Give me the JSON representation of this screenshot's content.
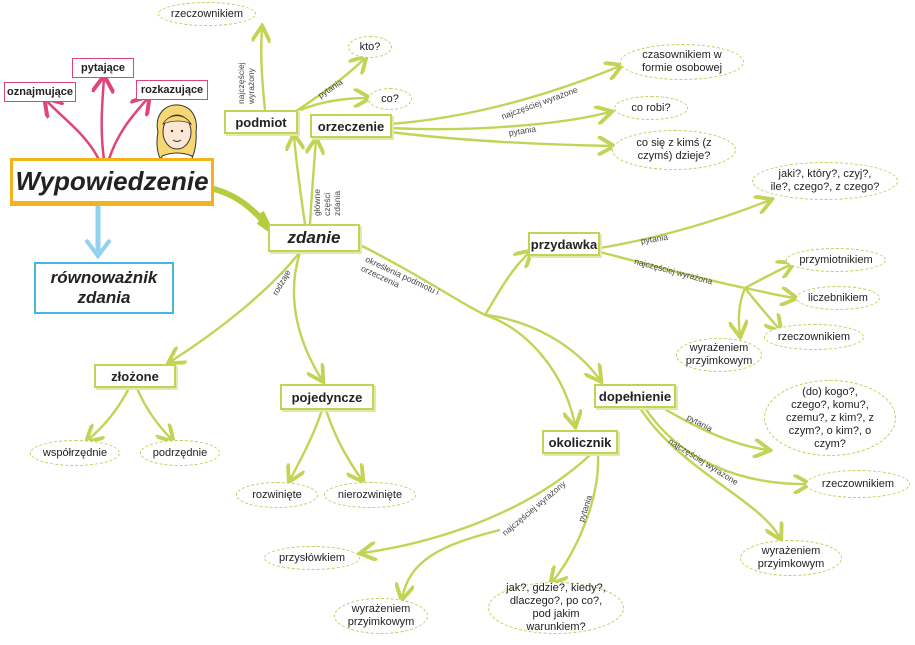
{
  "nodes": {
    "main": "Wypowiedzenie",
    "equivalent": "równoważnik zdania",
    "oznajmujace": "oznajmujące",
    "pytajace": "pytające",
    "rozkazujace": "rozkazujące",
    "zdanie": "zdanie",
    "podmiot": "podmiot",
    "orzeczenie": "orzeczenie",
    "podmiot_rzeczownikiem": "rzeczownikiem",
    "kto": "kto?",
    "co": "co?",
    "czasownikiem": "czasownikiem w formie osobowej",
    "co_robi": "co robi?",
    "co_sie_dzieje": "co się z kimś (z czymś) dzieje?",
    "przydawka": "przydawka",
    "przydawka_pytania": "jaki?, który?, czyj?, ile?, czego?, z czego?",
    "przymiotnikiem": "przymiotnikiem",
    "liczebnikiem": "liczebnikiem",
    "przydawka_rzeczownikiem": "rzeczownikiem",
    "przydawka_przyimkowym": "wyrażeniem przyimkowym",
    "dopelnienie": "dopełnienie",
    "dopelnienie_pytania": "(do) kogo?, czego?, komu?, czemu?, z kim?, z czym?, o kim?, o czym?",
    "dopelnienie_rzeczownikiem": "rzeczownikiem",
    "dopelnienie_przyimkowym": "wyrażeniem przyimkowym",
    "okolicznik": "okolicznik",
    "przyslowkiem": "przysłówkiem",
    "okolicznik_przyimkowym": "wyrażeniem przyimkowym",
    "okolicznik_pytania": "jak?, gdzie?, kiedy?, dlaczego?, po co?, pod jakim warunkiem?",
    "zlozone": "złożone",
    "pojedyncze": "pojedyncze",
    "wspolrzednie": "współrzędnie",
    "podrzednie": "podrzędnie",
    "rozwiniete": "rozwinięte",
    "nierozwiniete": "nierozwinięte"
  },
  "labels": {
    "glowne_czesci": "główne części zdania",
    "najczesciej_wyrazony": "najczęściej wyrażony",
    "pytania_podmiot": "pytania",
    "najczesciej_wyrazone_orz": "najczęściej wyrażone",
    "pytania_orz": "pytania",
    "okreslenia": "określenia podmiotu i orzeczenia",
    "rodzaje": "rodzaje",
    "pytania_przyd": "pytania",
    "najczesciej_wyrazona": "najczęściej wyrażona",
    "pytania_dop": "pytania",
    "najczesciej_wyrazone_dop": "najczęściej wyrażone",
    "najczesciej_wyrazony_ok": "najczęściej wyrażony",
    "pytania_ok": "pytania"
  },
  "colors": {
    "green": "#c3d356",
    "pink": "#e0457a",
    "orange": "#f4b21b",
    "blue": "#45b5e2"
  }
}
